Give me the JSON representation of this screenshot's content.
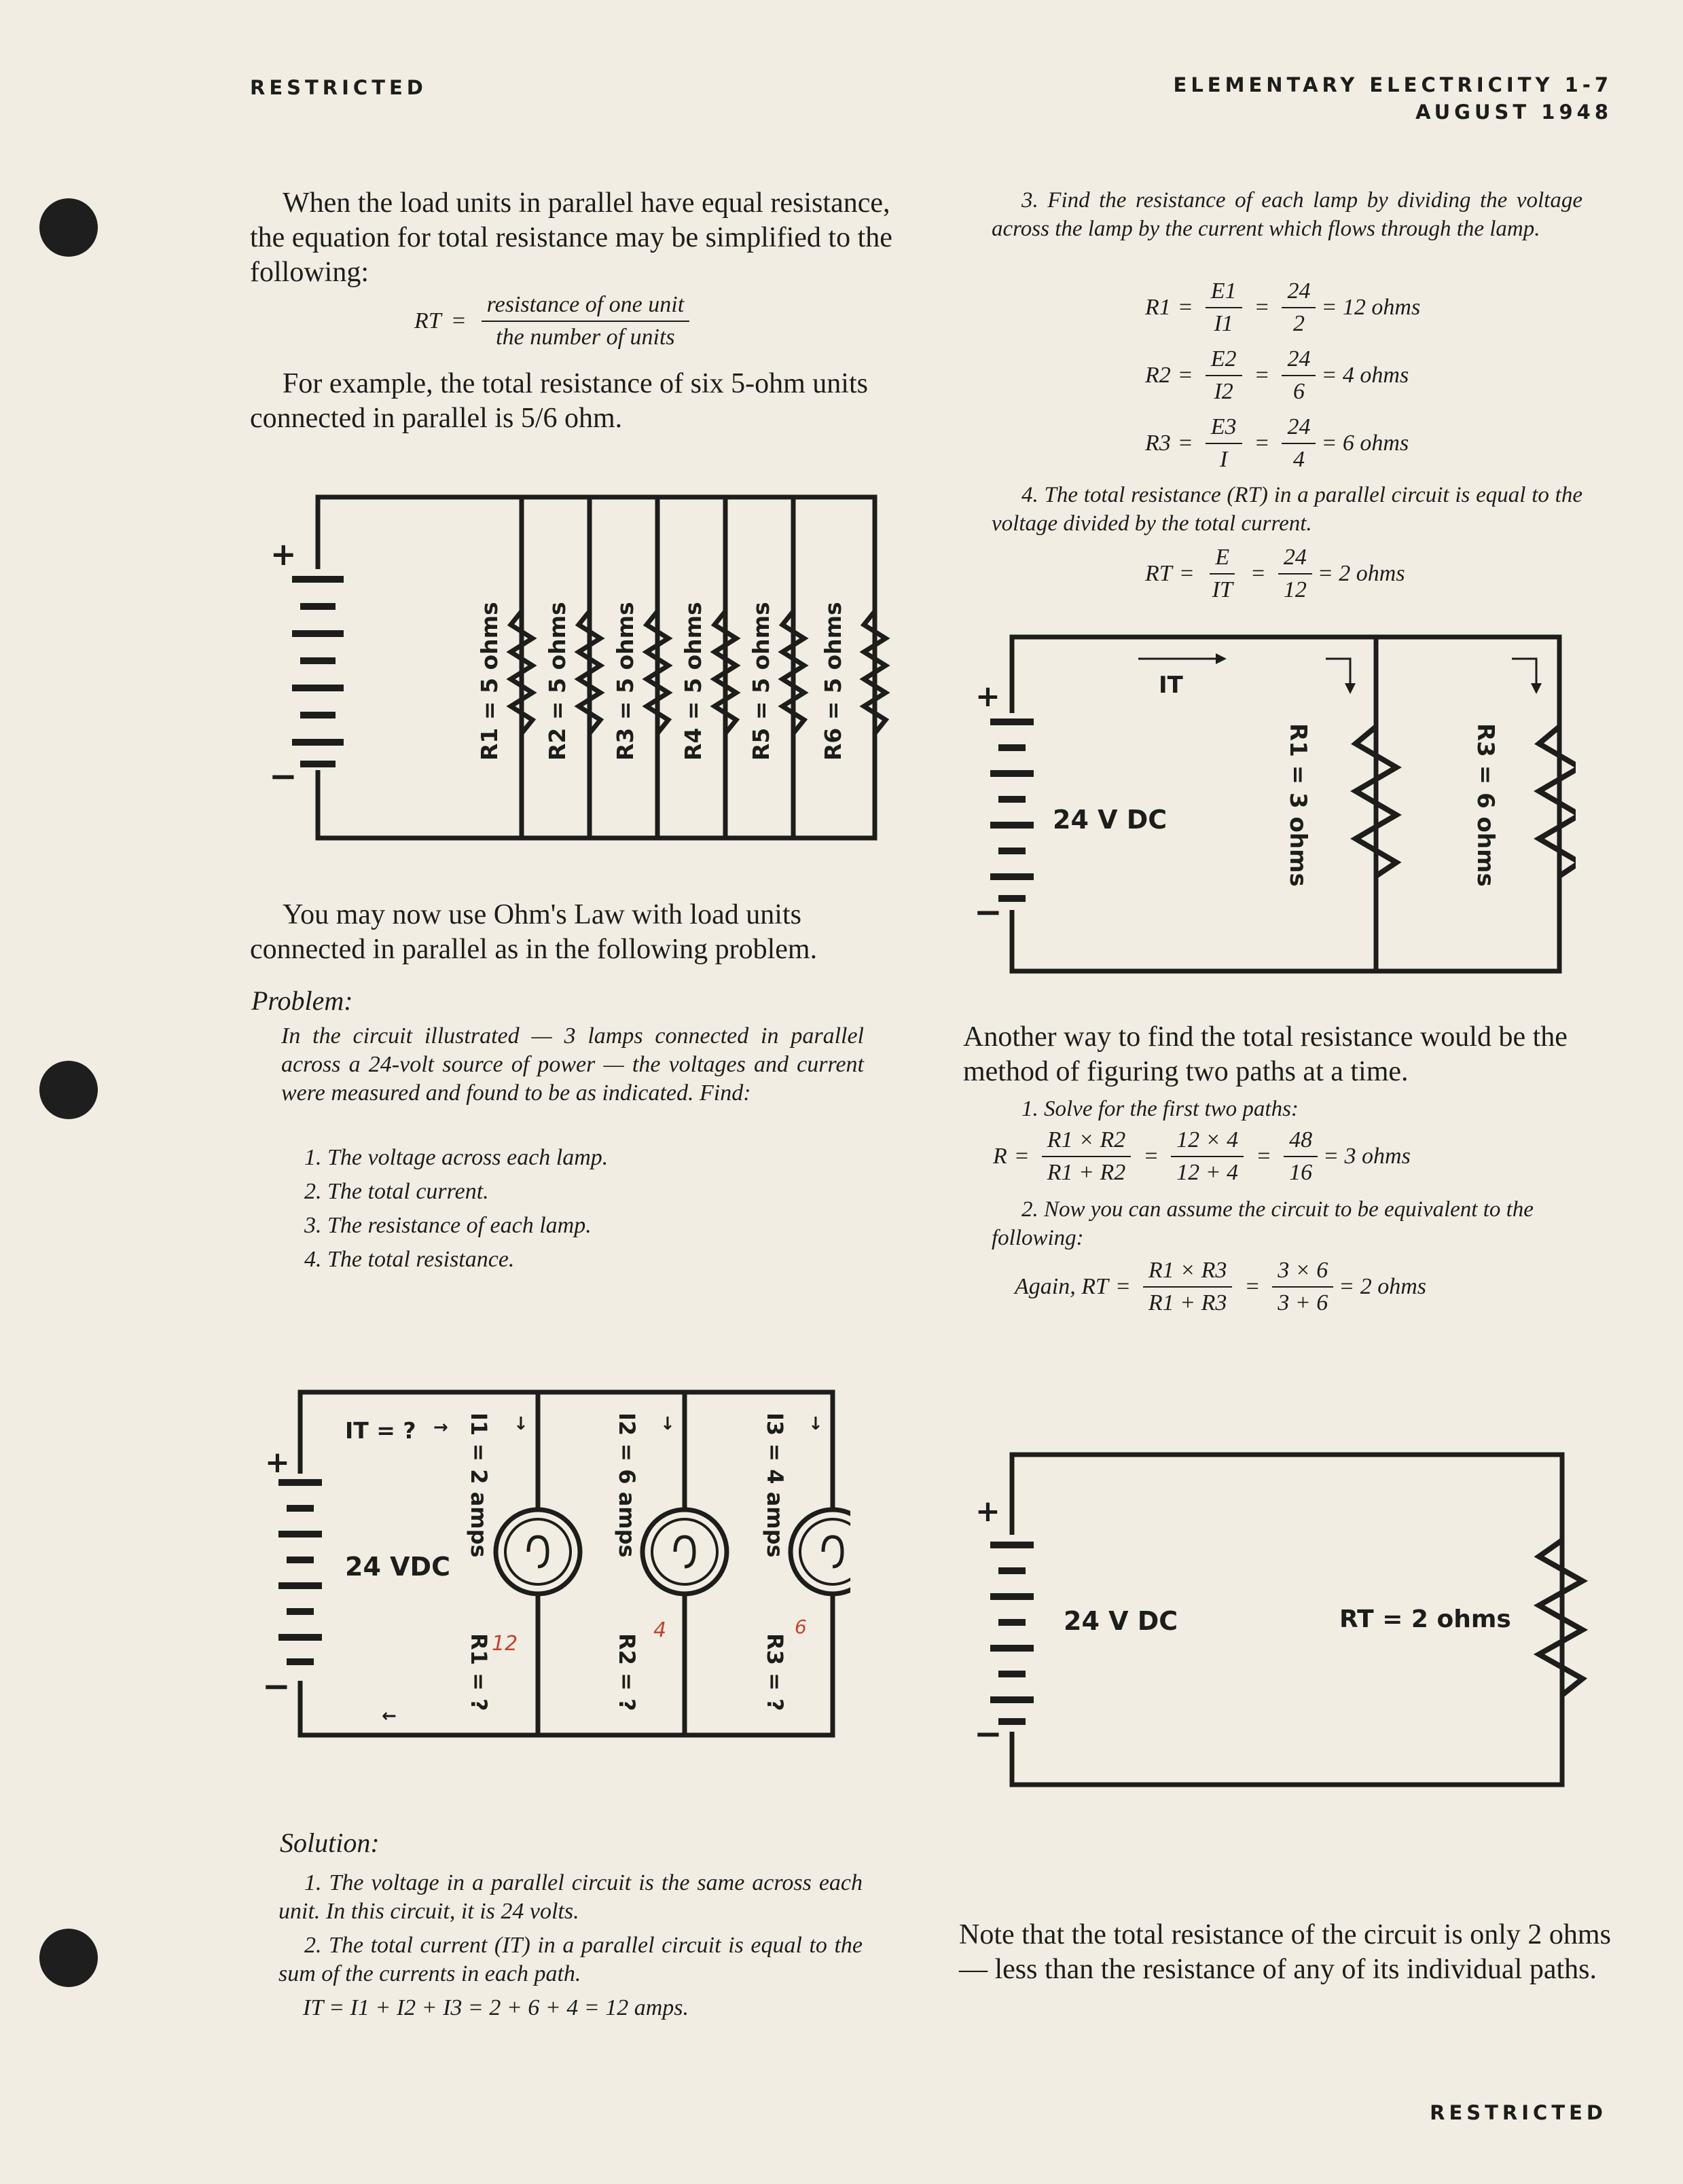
{
  "header": {
    "left": "RESTRICTED",
    "right_line1": "ELEMENTARY ELECTRICITY 1-7",
    "right_line2": "AUGUST 1948"
  },
  "footer": "RESTRICTED",
  "left": {
    "intro": "When the load units in parallel have equal resistance, the equation for total resistance may be simplified to the following:",
    "eq_lhs": "RT",
    "eq_num": "resistance of one unit",
    "eq_den": "the number of units",
    "example": "For example, the total resistance of six 5-ohm units connected in parallel is 5/6 ohm.",
    "fig1_labels": [
      "R1 = 5 ohms",
      "R2 = 5 ohms",
      "R3 = 5 ohms",
      "R4 = 5 ohms",
      "R5 = 5 ohms",
      "R6 = 5 ohms"
    ],
    "ohms_intro": "You may now use Ohm's Law with load units connected in parallel as in the following problem.",
    "problem_title": "Problem:",
    "problem_text": "In the circuit illustrated — 3 lamps connected in parallel across a 24-volt source of power — the voltages and current were measured and found to be as indicated. Find:",
    "problem_items": [
      "1. The voltage across each lamp.",
      "2. The total current.",
      "3. The resistance of each lamp.",
      "4. The total resistance."
    ],
    "fig2": {
      "source": "24 VDC",
      "it": "IT = ?",
      "currents": [
        "I1 = 2 amps",
        "I2 = 6 amps",
        "I3 = 4 amps"
      ],
      "resistances": [
        "R1 = ?",
        "R2 = ?",
        "R3 = ?"
      ]
    },
    "solution_title": "Solution:",
    "solution_1": "1. The voltage in a parallel circuit is the same across each unit. In this circuit, it is 24 volts.",
    "solution_2": "2. The total current (IT) in a parallel circuit is equal to the sum of the currents in each path.",
    "solution_eq": "IT = I1 + I2 + I3 = 2 + 6 + 4 = 12 amps."
  },
  "right": {
    "step3": "3. Find the resistance of each lamp by dividing the voltage across the lamp by the current which flows through the lamp.",
    "r_eqs": [
      {
        "lhs": "R1",
        "num": "E1",
        "den": "I1",
        "n2": "24",
        "d2": "2",
        "res": "= 12 ohms"
      },
      {
        "lhs": "R2",
        "num": "E2",
        "den": "I2",
        "n2": "24",
        "d2": "6",
        "res": "= 4 ohms"
      },
      {
        "lhs": "R3",
        "num": "E3",
        "den": "I",
        "n2": "24",
        "d2": "4",
        "res": "= 6 ohms"
      }
    ],
    "step4": "4. The total resistance (RT) in a parallel circuit is equal to the voltage divided by the total current.",
    "rt_eq": {
      "lhs": "RT",
      "num": "E",
      "den": "IT",
      "n2": "24",
      "d2": "12",
      "res": "= 2 ohms"
    },
    "fig3": {
      "source": "24 V DC",
      "it": "IT",
      "r1": "R1 = 3 ohms",
      "r3": "R3 = 6 ohms"
    },
    "another": "Another way to find the total resistance would be the method of figuring two paths at a time.",
    "solve1": "1. Solve for the first two paths:",
    "r_eq": {
      "lhs": "R",
      "n1": "R1 × R2",
      "d1": "R1 + R2",
      "n2": "12 × 4",
      "d2": "12 + 4",
      "n3": "48",
      "d3": "16",
      "res": "= 3 ohms"
    },
    "step2": "2. Now you can assume the circuit to be equivalent to the following:",
    "again_eq": {
      "lhs": "Again, RT",
      "n1": "R1 × R3",
      "d1": "R1 + R3",
      "n2": "3 × 6",
      "d2": "3 + 6",
      "res": "= 2 ohms"
    },
    "fig4": {
      "source": "24 V DC",
      "rt": "RT = 2 ohms"
    },
    "note": "Note that the total resistance of the circuit is only 2 ohms — less than the resistance of any of its individual paths."
  },
  "handwriting": [
    "12",
    "4",
    "6"
  ]
}
